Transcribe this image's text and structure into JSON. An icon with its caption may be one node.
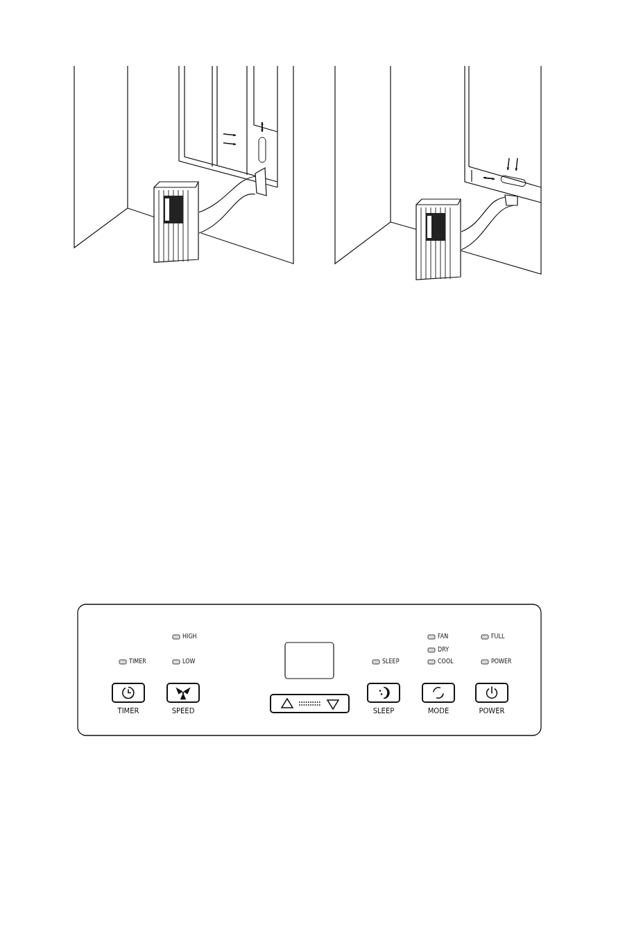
{
  "diagram": {
    "labels": [
      "HIGH",
      "FAN",
      "FULL",
      "DRY",
      "TIMER",
      "LOW",
      "SLEEP",
      "COOL",
      "POWER",
      "TIMER",
      "SPEED",
      "SLEEP",
      "MODE",
      "POWER"
    ]
  }
}
